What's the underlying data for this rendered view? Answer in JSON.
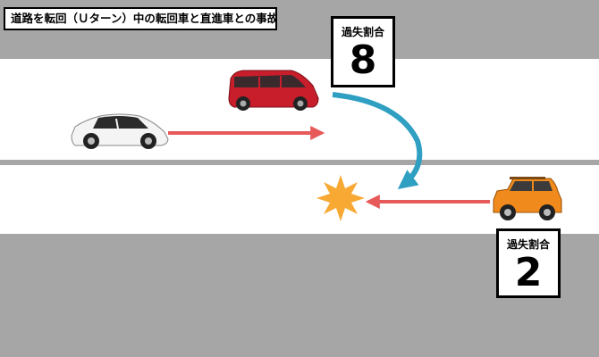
{
  "title": "道路を転回（Ｕターン）中の転回車と直進車との事故",
  "fault_label": "過失割合",
  "fault_top": "8",
  "fault_bottom": "2",
  "colors": {
    "road": "#ffffff",
    "ground": "#a6a6a6",
    "straight_arrow": "#e65a5a",
    "uturn_arrow": "#2f9fc2",
    "collision": "#f7a934",
    "uturn_car": "#c81e2b",
    "straight_car": "#f0f0f0",
    "oncoming_car": "#f08a1c"
  },
  "icons": [
    "uturn-minivan-icon",
    "straight-sedan-icon",
    "oncoming-compact-car-icon",
    "collision-burst-icon"
  ]
}
